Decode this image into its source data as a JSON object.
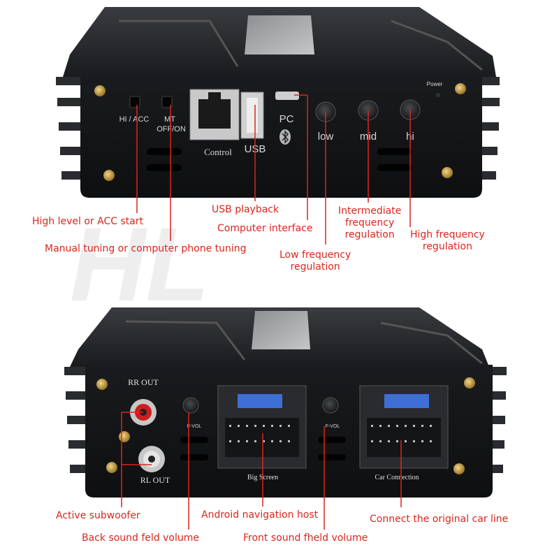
{
  "colors": {
    "callout": "#d9261c",
    "housing": "#1c1d20",
    "panel": "#111214",
    "screw": "#c9a24a"
  },
  "watermark": "HL",
  "top_unit": {
    "switch_hi_acc": "HI / ACC",
    "switch_mt_1": "MT",
    "switch_mt_2": "OFF/ON",
    "port_control": "Control",
    "port_usb": "USB",
    "port_pc": "PC",
    "bluetooth_icon": "bluetooth-icon",
    "knob_low": "low",
    "knob_mid": "mid",
    "knob_hi": "hi",
    "power": "Power"
  },
  "bottom_unit": {
    "rr_out": "RR OUT",
    "rl_out": "RL OUT",
    "fvol_1": "F-VOL",
    "fvol_2": "F-VOL",
    "big_screen": "Big Screen",
    "car_connection": "Car Connection"
  },
  "callouts_top": {
    "usb_playback": "USB playback",
    "high_level_acc": "High level or ACC start",
    "computer_interface": "Computer interface",
    "intermediate": [
      "Intermediate",
      "frequency",
      "regulation"
    ],
    "high_freq": [
      "High frequency",
      "regulation"
    ],
    "manual_tuning": "Manual tuning or computer phone tuning",
    "low_freq": [
      "Low frequency",
      "regulation"
    ]
  },
  "callouts_bottom": {
    "active_subwoofer": "Active subwoofer",
    "android_host": "Android navigation host",
    "original_car_line": "Connect the original car line",
    "back_sound": "Back sound feld volume",
    "front_sound": "Front sound fheld volume"
  }
}
